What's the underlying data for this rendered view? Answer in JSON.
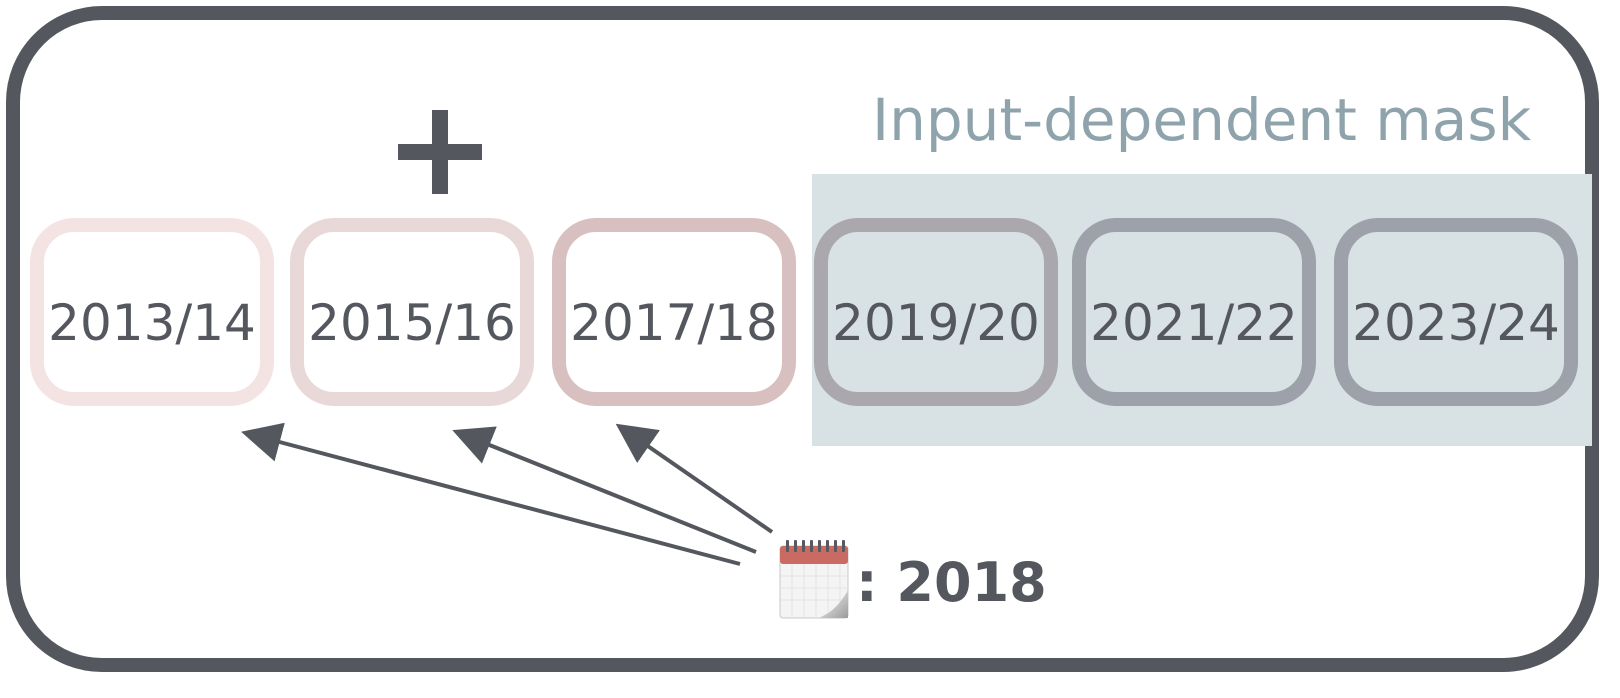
{
  "diagram": {
    "mask_label": "Input-dependent mask",
    "plus_icon": "plus-icon",
    "periods": [
      {
        "label": "2013/14",
        "border_color": "#f3e4e3",
        "masked": false
      },
      {
        "label": "2015/16",
        "border_color": "#e9d8d8",
        "masked": false
      },
      {
        "label": "2017/18",
        "border_color": "#d8c0c0",
        "masked": false
      },
      {
        "label": "2019/20",
        "border_color": "#aaa8ad",
        "masked": true
      },
      {
        "label": "2021/22",
        "border_color": "#9da1a9",
        "masked": true
      },
      {
        "label": "2023/24",
        "border_color": "#9da1a9",
        "masked": true
      }
    ],
    "query": {
      "icon": "calendar-icon",
      "separator": ":",
      "year": "2018"
    },
    "colors": {
      "frame": "#54585e",
      "mask_fill": "#d8e1e4",
      "mask_text": "#8fa3ad",
      "text": "#54585e",
      "calendar_header": "#c96b62"
    }
  }
}
